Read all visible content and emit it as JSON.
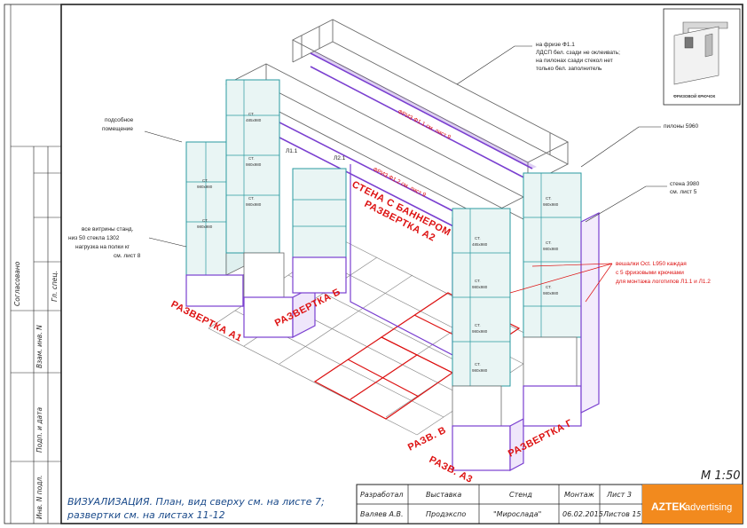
{
  "side_stamp": {
    "agreed": "Согласовано",
    "chief_spec": "Гл. спец.",
    "replaced_inv": "Взам. инв. N",
    "sign_date": "Подп. и дата",
    "inv_orig": "Инв. N подл."
  },
  "scale": "М 1:50",
  "description_line1": "ВИЗУАЛИЗАЦИЯ. План, вид сверху см. на листе 7;",
  "description_line2": "развертки см. на листах 11-12",
  "title_block": {
    "row1": [
      "Разработал",
      "Выставка",
      "Стенд",
      "Монтаж",
      "Лист 3"
    ],
    "row2": [
      "Валяев А.В.",
      "Продэкспо",
      "\"Мирослада\"",
      "06.02.2015",
      "Листов 15"
    ],
    "logo_brand": "AZTEK",
    "logo_rest": "advertising"
  },
  "inset": {
    "caption": "ФРИЗОВОЙ КРЮЧОК"
  },
  "callouts": {
    "frieze": [
      "на фризе Ф1.1",
      "ЛДСП бел. сзади не оклеивать;",
      "на пилонах сзади стекол нет",
      "только бел. заполнитель"
    ],
    "utility": [
      "подсобное",
      "помещение"
    ],
    "pylons": "пилоны 5960",
    "wall": [
      "стена 3980",
      "см. лист 5"
    ],
    "showcases": [
      "все витрины станд.",
      "низ 50 стекла 1302",
      "нагрузка на полки кг",
      "см. лист 8"
    ],
    "hangers": [
      "вешалки Oct. L950 каждая",
      "с 5 фризовыми крючками",
      "для монтажа логотипов Л1.1 и Л1.2"
    ]
  },
  "drawing_labels": {
    "frieze_11": "ФРИЗ Ф1.1 см. лист 9",
    "frieze_12": "ФРИЗ Ф1.2 см. лист 9",
    "banner_wall": "СТЕНА С БАННЕРОМ",
    "razv_a2": "РАЗВЕРТКА А2",
    "razv_a1": "РАЗВЕРТКА А1",
    "razv_b": "РАЗВЕРТКА Б",
    "razv_v": "РАЗВ. В",
    "razv_a3": "РАЗВ. А3",
    "razv_g": "РАЗВЕРТКА Г",
    "l1": "Л1.1",
    "l2": "Л2.1",
    "ct": "СТ.",
    "ct_size_a": "485х980",
    "ct_size_b": "980х980"
  },
  "colors": {
    "frame": "#6a6a6a",
    "purple": "#7a3fd0",
    "teal": "#2a9aa0",
    "red": "#dd1111",
    "blue": "#1a4a8a",
    "logo_bg": "#f28a1e"
  }
}
